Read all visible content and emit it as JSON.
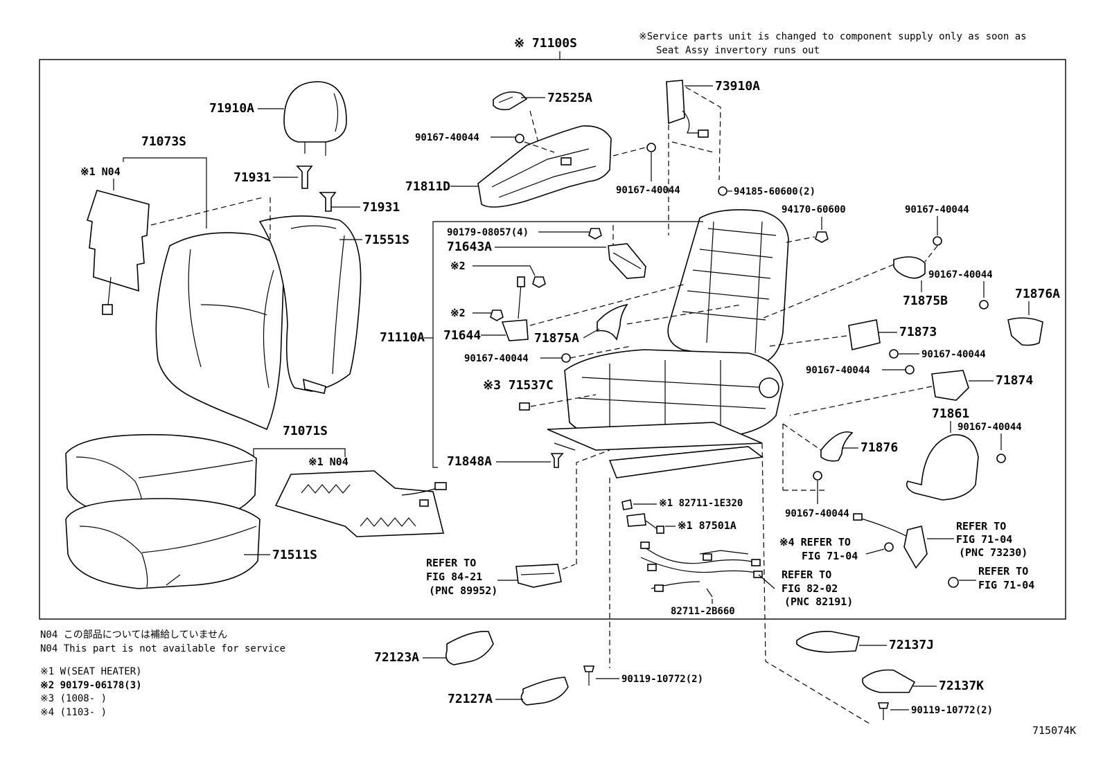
{
  "header": {
    "assembly": "※ 71100S",
    "service_note_1": "※Service parts unit is changed to component supply only as soon as",
    "service_note_2": "Seat Assy invertory runs out"
  },
  "parts": {
    "p71910A": "71910A",
    "p71073S": "71073S",
    "p_n04_a": "※1 N04",
    "p71931_a": "71931",
    "p71931_b": "71931",
    "p71551S": "71551S",
    "p72525A": "72525A",
    "p73910A": "73910A",
    "p90167_a": "90167-40044",
    "p71811D": "71811D",
    "p90167_b": "90167-40044",
    "p94185": "94185-60600(2)",
    "p94170": "94170-60600",
    "p90167_c": "90167-40044",
    "p90179_08057": "90179-08057(4)",
    "p71643A": "71643A",
    "p_ref2_a": "※2",
    "p_ref2_b": "※2",
    "p71110A": "71110A",
    "p71644": "71644",
    "p71875A": "71875A",
    "p71875B": "71875B",
    "p90167_d": "90167-40044",
    "p71876A": "71876A",
    "p71873": "71873",
    "p90167_e": "90167-40044",
    "p90167_f": "90167-40044",
    "p90167_g": "90167-40044",
    "p71874": "71874",
    "p71537C": "※3 71537C",
    "p71861": "71861",
    "p90167_h": "90167-40044",
    "p71071S": "71071S",
    "p_n04_b": "※1 N04",
    "p71876": "71876",
    "p71848A": "71848A",
    "p82711_1E320": "※1 82711-1E320",
    "p87501A": "※1 87501A",
    "p90167_i": "90167-40044",
    "p71511S": "71511S",
    "ref_71_04_a": [
      "REFER TO",
      "FIG 71-04",
      "(PNC 73230)"
    ],
    "ref_71_04_b": [
      "※4 REFER TO",
      "FIG 71-04"
    ],
    "ref_71_04_c": [
      "REFER TO",
      "FIG 71-04"
    ],
    "ref_84_21": [
      "REFER TO",
      "FIG 84-21",
      "(PNC 89952)"
    ],
    "ref_82_02": [
      "REFER TO",
      "FIG 82-02",
      "(PNC 82191)"
    ],
    "p82711_2B660": "82711-2B660",
    "p72123A": "72123A",
    "p72137J": "72137J",
    "p90119_a": "90119-10772(2)",
    "p72127A": "72127A",
    "p72137K": "72137K",
    "p90119_b": "90119-10772(2)"
  },
  "notes": {
    "n04_jp": "N04  この部品については補給していません",
    "n04_en": "N04  This part is not available for service",
    "fn1": "※1 W(SEAT HEATER)",
    "fn2": "※2  90179-06178(3)",
    "fn3": "※3 (1008-    )",
    "fn4": "※4 (1103-    )"
  },
  "figure_id": "715074K"
}
